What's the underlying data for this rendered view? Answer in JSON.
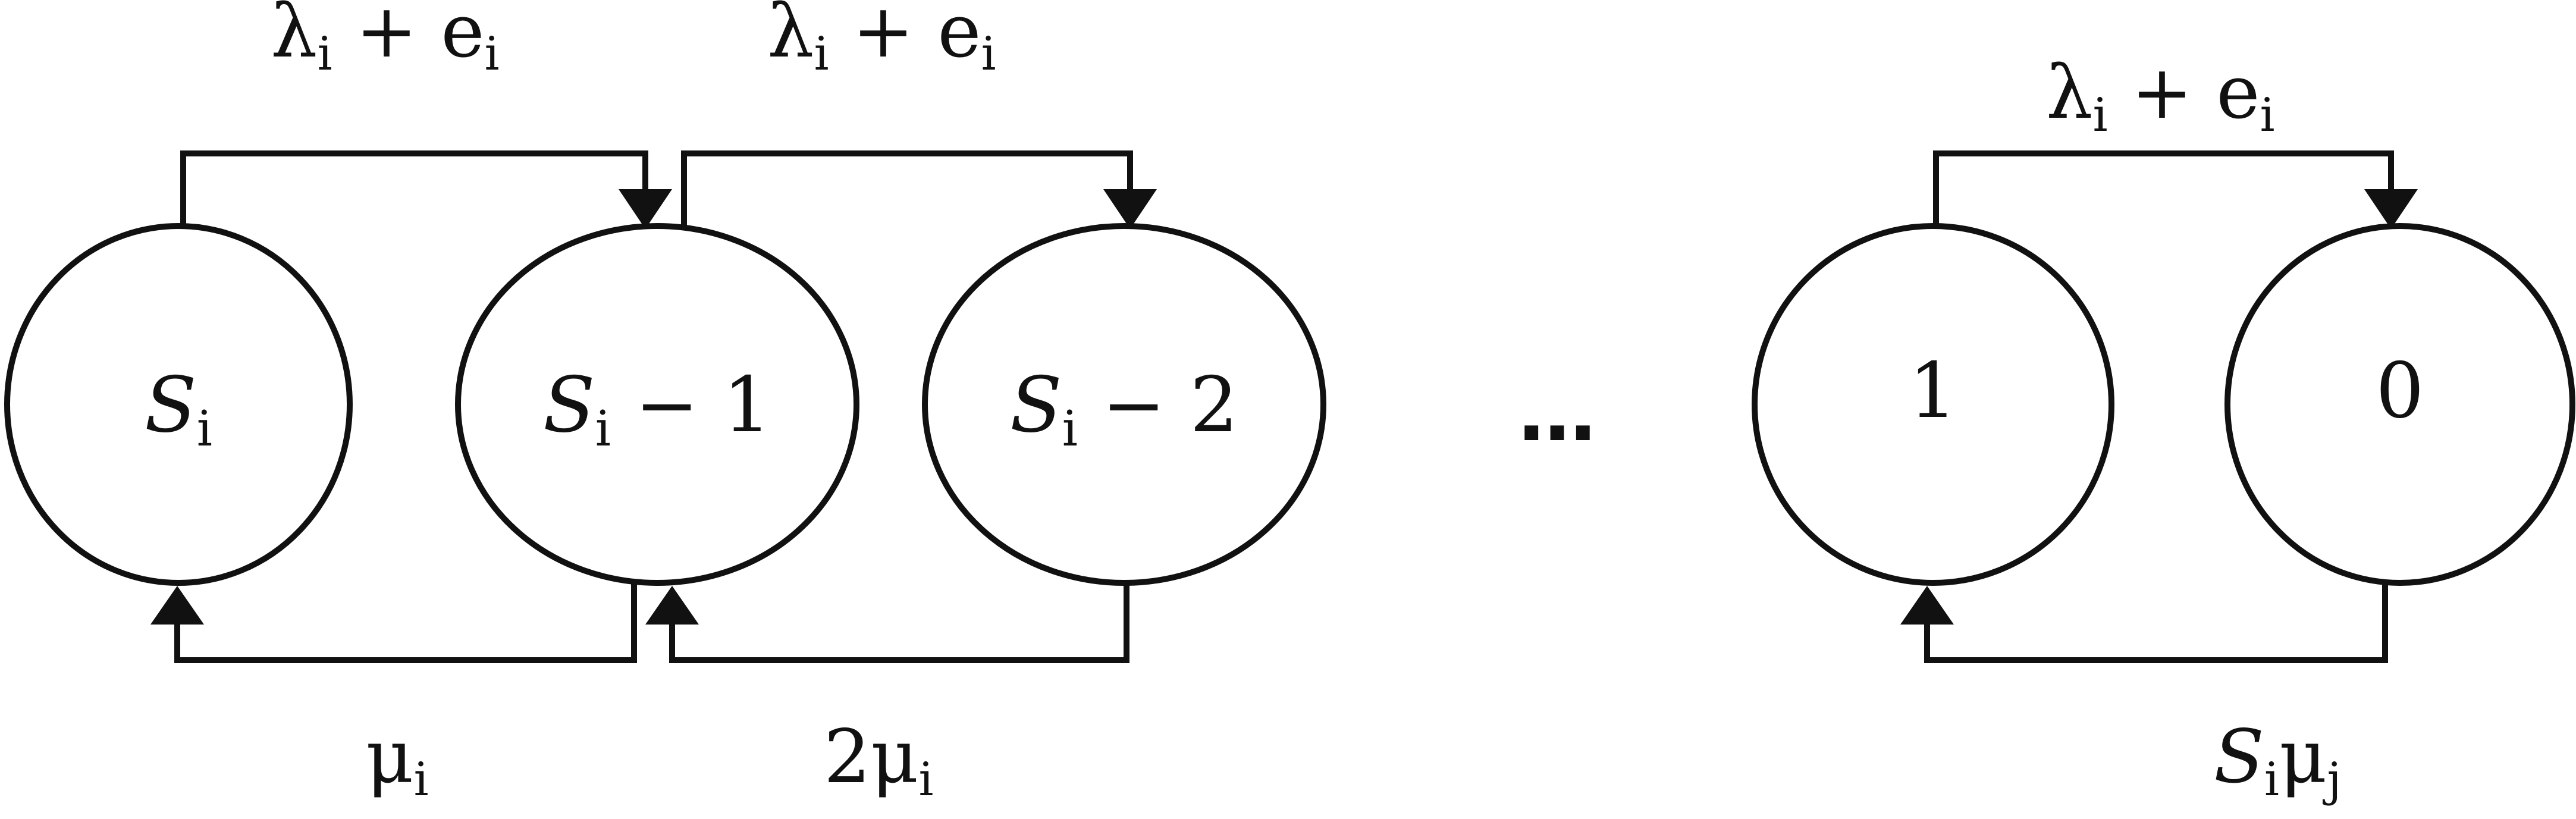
{
  "diagram": {
    "states": [
      {
        "main": "S",
        "sub": "i",
        "suffix": ""
      },
      {
        "main": "S",
        "sub": "i",
        "suffix": " − 1"
      },
      {
        "main": "S",
        "sub": "i",
        "suffix": " − 2"
      },
      {
        "main": "",
        "sub": "",
        "suffix": "1"
      },
      {
        "main": "",
        "sub": "",
        "suffix": "0"
      }
    ],
    "ellipsis": "…",
    "top_rates": [
      {
        "sym1": "λ",
        "sub1": "i",
        "op": " + e",
        "sub2": "i"
      },
      {
        "sym1": "λ",
        "sub1": "i",
        "op": " + e",
        "sub2": "i"
      },
      {
        "sym1": "λ",
        "sub1": "i",
        "op": " + e",
        "sub2": "i"
      }
    ],
    "bottom_rates": [
      {
        "pre": "μ",
        "sub": "i",
        "post": "",
        "sub2": ""
      },
      {
        "pre": "2μ",
        "sub": "i",
        "post": "",
        "sub2": ""
      },
      {
        "pre": "S",
        "sub": "i",
        "post": "μ",
        "sub2": "j"
      }
    ]
  }
}
